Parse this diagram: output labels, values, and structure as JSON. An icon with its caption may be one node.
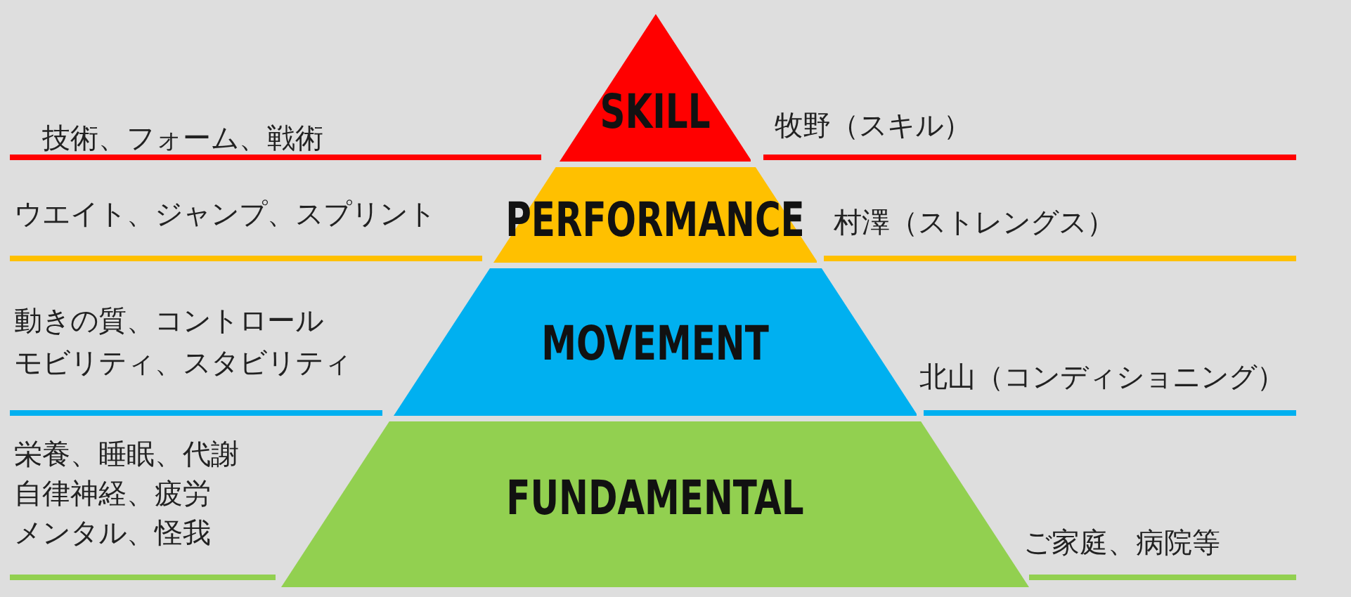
{
  "diagram": {
    "nodes": [
      {
        "text": [
          "SKILL"
        ]
      },
      {
        "text": [
          "PERFORMANCE"
        ]
      },
      {
        "text": [
          "MOVEMENT"
        ]
      },
      {
        "text": [
          "FUNDAMENTAL"
        ]
      }
    ],
    "labels": [
      "技術、フォーム、戦術",
      "牧野（スキル）",
      "ウエイト、ジャンプ、スプリント",
      "村澤（ストレングス）",
      "動きの質、コントロール",
      "モビリティ、スタビリティ",
      "北山（コンディショニング）",
      "栄養、睡眠、代謝",
      "自律神経、疲労",
      "メンタル、怪我",
      "ご家庭、病院等"
    ]
  }
}
